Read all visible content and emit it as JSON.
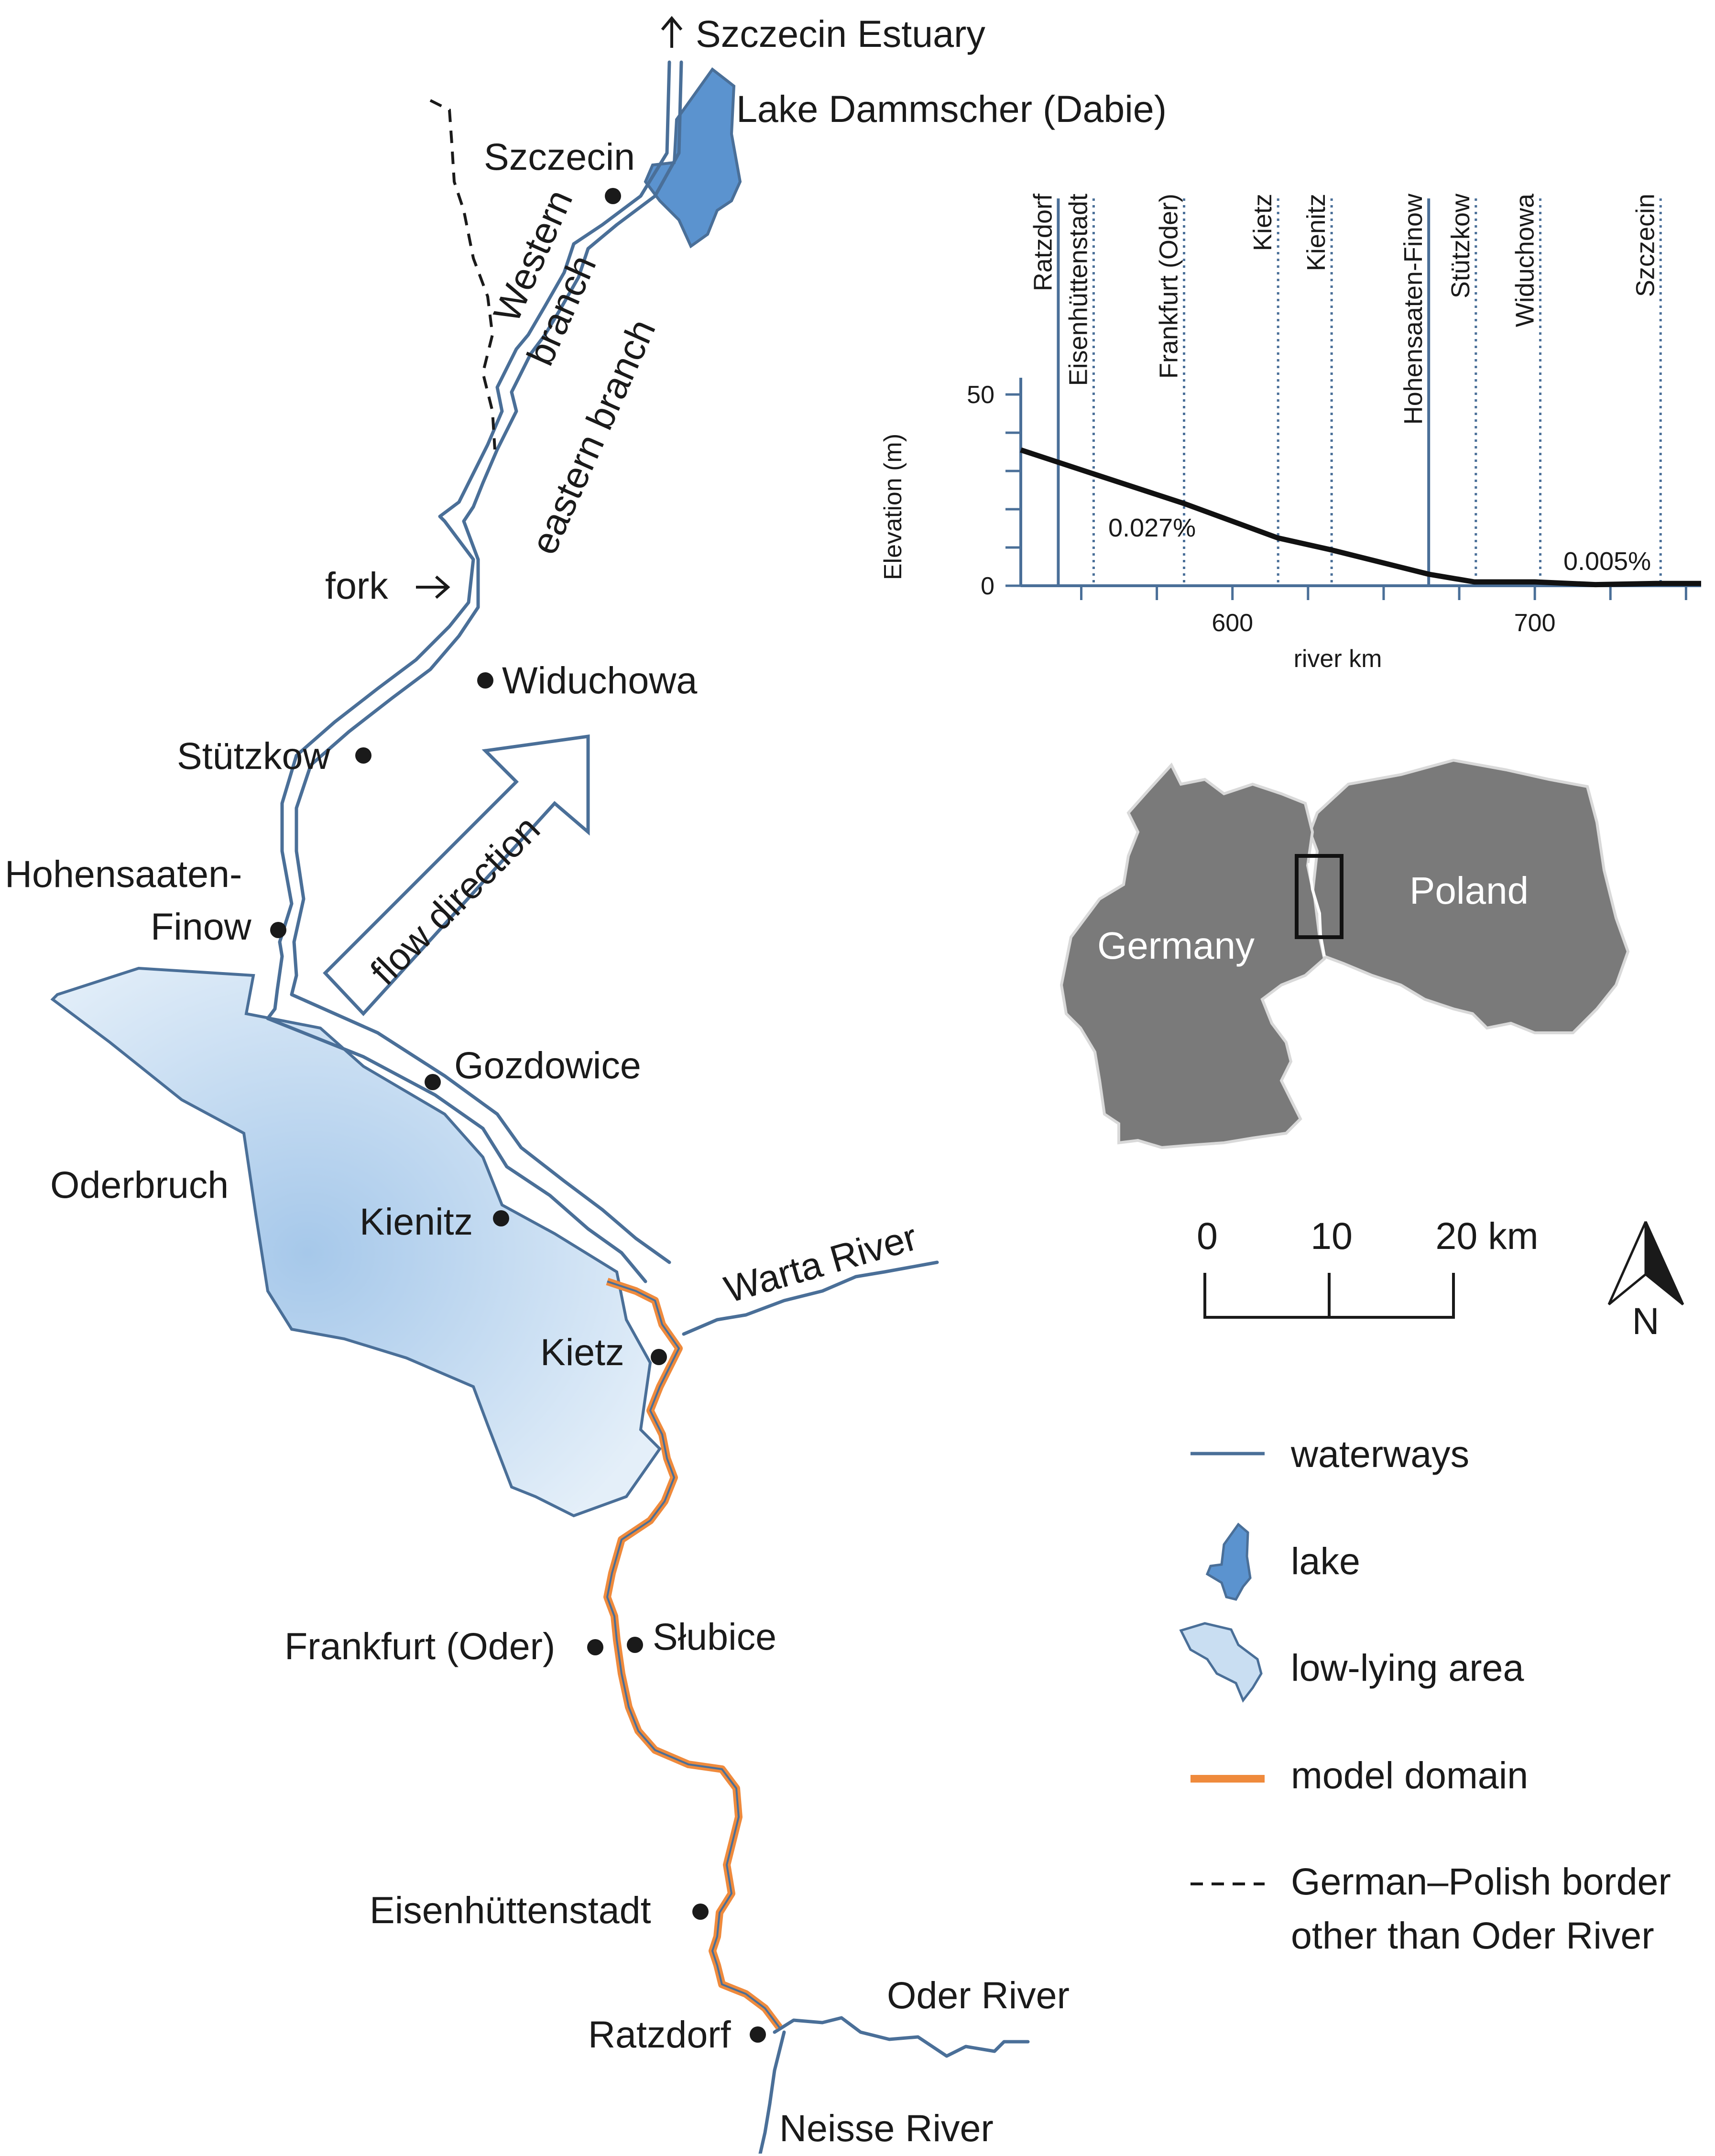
{
  "labels": {
    "estuary": "Szczecin Estuary",
    "lake": "Lake Dammscher (Dabie)",
    "western_branch_1": "Western",
    "western_branch_2": "branch",
    "eastern_branch": "eastern branch",
    "fork": "fork",
    "flow_direction": "flow direction",
    "oderbruch": "Oderbruch",
    "warta_river": "Warta River",
    "oder_river": "Oder River",
    "neisse_river": "Neisse River"
  },
  "towns": {
    "szczecin": "Szczecin",
    "widuchowa": "Widuchowa",
    "stutzkow": "Stützkow",
    "hohensaaten_1": "Hohensaaten-",
    "hohensaaten_2": "Finow",
    "gozdowice": "Gozdowice",
    "kienitz": "Kienitz",
    "kietz": "Kietz",
    "frankfurt": "Frankfurt (Oder)",
    "slubice": "Słubice",
    "eisenhuttenstadt": "Eisenhüttenstadt",
    "ratzdorf": "Ratzdorf"
  },
  "chart_data": {
    "type": "line",
    "xlabel": "river km",
    "ylabel": "Elevation (m)",
    "xlim": [
      530,
      755
    ],
    "ylim": [
      0,
      50
    ],
    "x_ticks": [
      "600",
      "700"
    ],
    "y_ticks": [
      "0",
      "50"
    ],
    "series": [
      {
        "x": [
          530,
          555,
          584,
          615,
          632,
          665,
          680,
          700,
          720,
          740,
          755
        ],
        "y": [
          35.5,
          29,
          21.5,
          12.5,
          9.5,
          3,
          1,
          1,
          0.3,
          0.6,
          0.6
        ]
      }
    ],
    "stations": [
      {
        "name": "Ratzdorf",
        "km": 542.4,
        "solid": true
      },
      {
        "name": "Eisenhüttenstadt",
        "km": 554.1,
        "solid": false
      },
      {
        "name": "Frankfurt (Oder)",
        "km": 584.0,
        "solid": false
      },
      {
        "name": "Kietz",
        "km": 615.1,
        "solid": false
      },
      {
        "name": "Kienitz",
        "km": 632.8,
        "solid": false
      },
      {
        "name": "Hohensaaten-Finow",
        "km": 664.9,
        "solid": true
      },
      {
        "name": "Stützkow",
        "km": 680.5,
        "solid": false
      },
      {
        "name": "Widuchowa",
        "km": 701.8,
        "solid": false
      },
      {
        "name": "Szczecin",
        "km": 741.6,
        "solid": false
      }
    ],
    "annotations": [
      "0.027%",
      "0.005%"
    ]
  },
  "inset_map": {
    "germany": "Germany",
    "poland": "Poland"
  },
  "scale_bar": {
    "ticks": [
      "0",
      "10",
      "20 km"
    ]
  },
  "north_arrow": {
    "label": "N"
  },
  "legend": {
    "waterways": "waterways",
    "lake": "lake",
    "low_lying": "low-lying area",
    "model_domain": "model domain",
    "border_1": "German–Polish border",
    "border_2": "other than Oder River"
  },
  "colors": {
    "waterway": "#4a6f98",
    "lake": "#5b93cf",
    "low_lying": "#c9def2",
    "model_domain": "#ef8a3c",
    "inset_land": "#7a7a7a"
  }
}
